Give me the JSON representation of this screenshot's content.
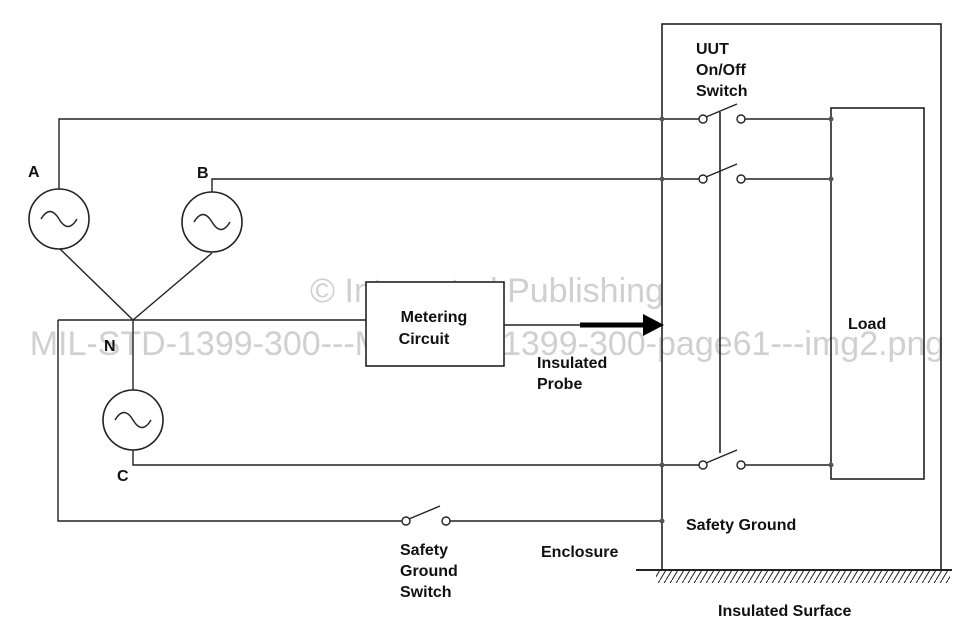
{
  "labels": {
    "phase_a": "A",
    "phase_b": "B",
    "phase_c": "C",
    "neutral": "N",
    "uut_switch": [
      "UUT",
      "On/Off",
      "Switch"
    ],
    "metering": [
      "Metering",
      "Circuit"
    ],
    "probe": [
      "Insulated",
      "Probe"
    ],
    "load": "Load",
    "safety_ground": "Safety Ground",
    "safety_switch": [
      "Safety",
      "Ground",
      "Switch"
    ],
    "enclosure": "Enclosure",
    "insulated_surface": "Insulated Surface"
  },
  "watermark": {
    "line1": "© Integrated Publishing",
    "line2": "MIL-STD-1399-300---MIL-STD-1399-300-page61---img2.png"
  },
  "colors": {
    "line": "#222222",
    "watermark": "#d0d0d0"
  }
}
